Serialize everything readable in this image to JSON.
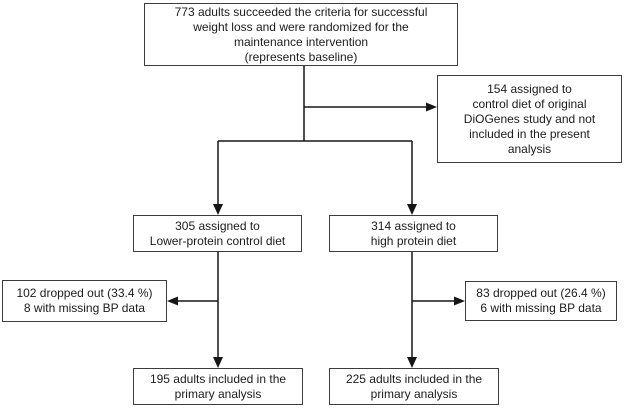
{
  "figure": {
    "type": "flow-diagram",
    "colors": {
      "background": "#ffffff",
      "box_border": "#3c3c3c",
      "line": "#161616",
      "text": "#1b1b1b"
    },
    "boxes": {
      "baseline": "773 adults succeeded the criteria for successful\nweight loss and were randomized for the\nmaintenance intervention\n(represents baseline)",
      "excluded": "154 assigned to\ncontrol diet of original\nDiOGenes study and not\nincluded in the present\nanalysis",
      "lower_protein_arm": "305 assigned to\nLower-protein control diet",
      "high_protein_arm": "314 assigned to\nhigh protein diet",
      "dropout_lower_protein": "102 dropped out (33.4 %)\n8 with missing BP data",
      "dropout_high_protein": "83 dropped out (26.4 %)\n6 with missing BP data",
      "analysis_lower_protein": "195 adults included in the\nprimary analysis",
      "analysis_high_protein": "225 adults included in the\nprimary analysis"
    }
  }
}
